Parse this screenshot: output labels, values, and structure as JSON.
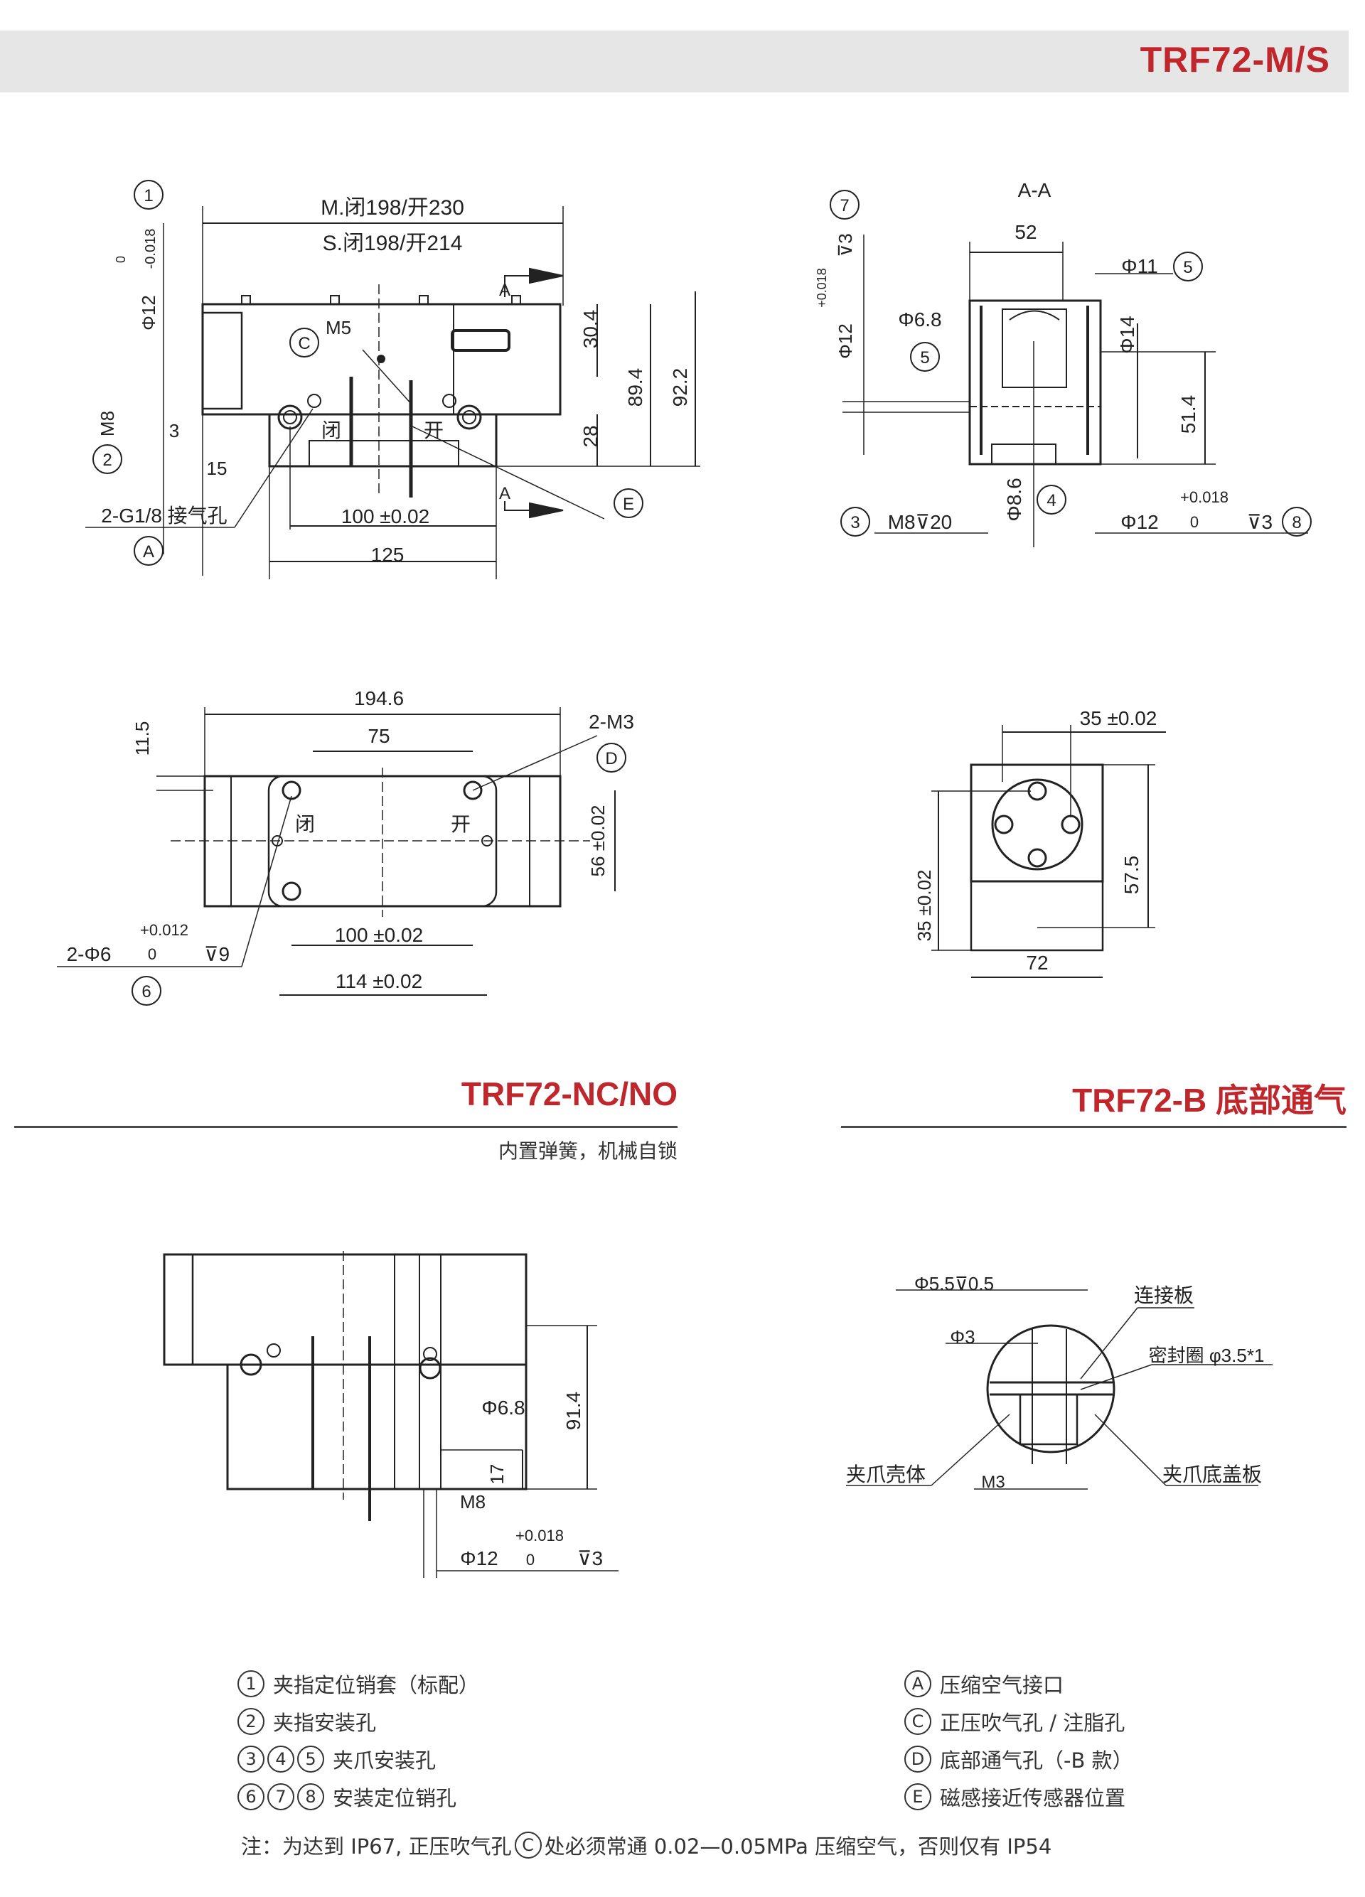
{
  "header": {
    "title": "TRF72-M/S"
  },
  "colors": {
    "brand": "#c0272d",
    "header_bg": "#e6e6e6"
  },
  "sections": {
    "nc_no": {
      "title": "TRF72-NC/NO",
      "subtitle": "内置弹簧，机械自锁"
    },
    "b": {
      "title": "TRF72-B 底部通气"
    }
  },
  "drawing_front": {
    "len_m": "M.闭198/开230",
    "len_s": "S.闭198/开214",
    "d30_4": "30.4",
    "d89_4": "89.4",
    "d92_2": "92.2",
    "d28": "28",
    "d100": "100 ±0.02",
    "d125": "125",
    "air": "2-G1/8 接气孔",
    "m5": "M5",
    "d3": "3",
    "d15": "15",
    "m8": "M8",
    "phi12": "Φ12",
    "tol_hi": "0",
    "tol_lo": "-0.018",
    "sec_a": "A",
    "close": "闭",
    "open": "开",
    "c1": "1",
    "c2": "2",
    "cA": "A",
    "cC": "C",
    "cE": "E"
  },
  "drawing_section": {
    "title": "A-A",
    "d52": "52",
    "phi11": "Φ11",
    "phi6_8": "Φ6.8",
    "phi14": "Φ14",
    "d51_4": "51.4",
    "m8": "M8⊽20",
    "phi8_6": "Φ8.6",
    "phi12": "Φ12",
    "tol_hi": "+0.018",
    "tol_lo": "0",
    "depth3": "⊽3",
    "c3": "3",
    "c4": "4",
    "c5": "5",
    "c7": "7",
    "c8": "8"
  },
  "drawing_top": {
    "d194_6": "194.6",
    "d75": "75",
    "d11_5": "11.5",
    "m3": "2-M3",
    "d56": "56 ±0.02",
    "d100": "100 ±0.02",
    "d114": "114 ±0.02",
    "phi6": "2-Φ6",
    "tol_hi": "+0.012",
    "tol_lo": "0",
    "depth9": "⊽9",
    "close": "闭",
    "open": "开",
    "cD": "D",
    "c6": "6"
  },
  "drawing_side": {
    "d35h": "35 ±0.02",
    "d57_5": "57.5",
    "d35v": "35 ±0.02",
    "d72": "72"
  },
  "drawing_ncno": {
    "phi6_8": "Φ6.8",
    "d91_4": "91.4",
    "d17": "17",
    "m8": "M8",
    "phi12": "Φ12",
    "tol_hi": "+0.018",
    "tol_lo": "0",
    "depth3": "⊽3"
  },
  "drawing_b": {
    "phi5_5": "Φ5.5⊽0.5",
    "phi3": "Φ3",
    "plate": "连接板",
    "seal": "密封圈 φ3.5*1",
    "body": "夹爪壳体",
    "m3": "M3",
    "cover": "夹爪底盖板"
  },
  "legend": {
    "left": [
      {
        "nums": [
          "1"
        ],
        "text": "夹指定位销套（标配）"
      },
      {
        "nums": [
          "2"
        ],
        "text": "夹指安装孔"
      },
      {
        "nums": [
          "3",
          "4",
          "5"
        ],
        "text": "夹爪安装孔"
      },
      {
        "nums": [
          "6",
          "7",
          "8"
        ],
        "text": "安装定位销孔"
      }
    ],
    "right": [
      {
        "nums": [
          "A"
        ],
        "text": "压缩空气接口"
      },
      {
        "nums": [
          "C"
        ],
        "text": "正压吹气孔 / 注脂孔"
      },
      {
        "nums": [
          "D"
        ],
        "text": "底部通气孔（-B 款）"
      },
      {
        "nums": [
          "E"
        ],
        "text": "磁感接近传感器位置"
      }
    ]
  },
  "note": {
    "prefix": "注：为达到 IP67, 正压吹气孔",
    "mark": "C",
    "suffix": "处必须常通 0.02—0.05MPa 压缩空气，否则仅有 IP54"
  }
}
